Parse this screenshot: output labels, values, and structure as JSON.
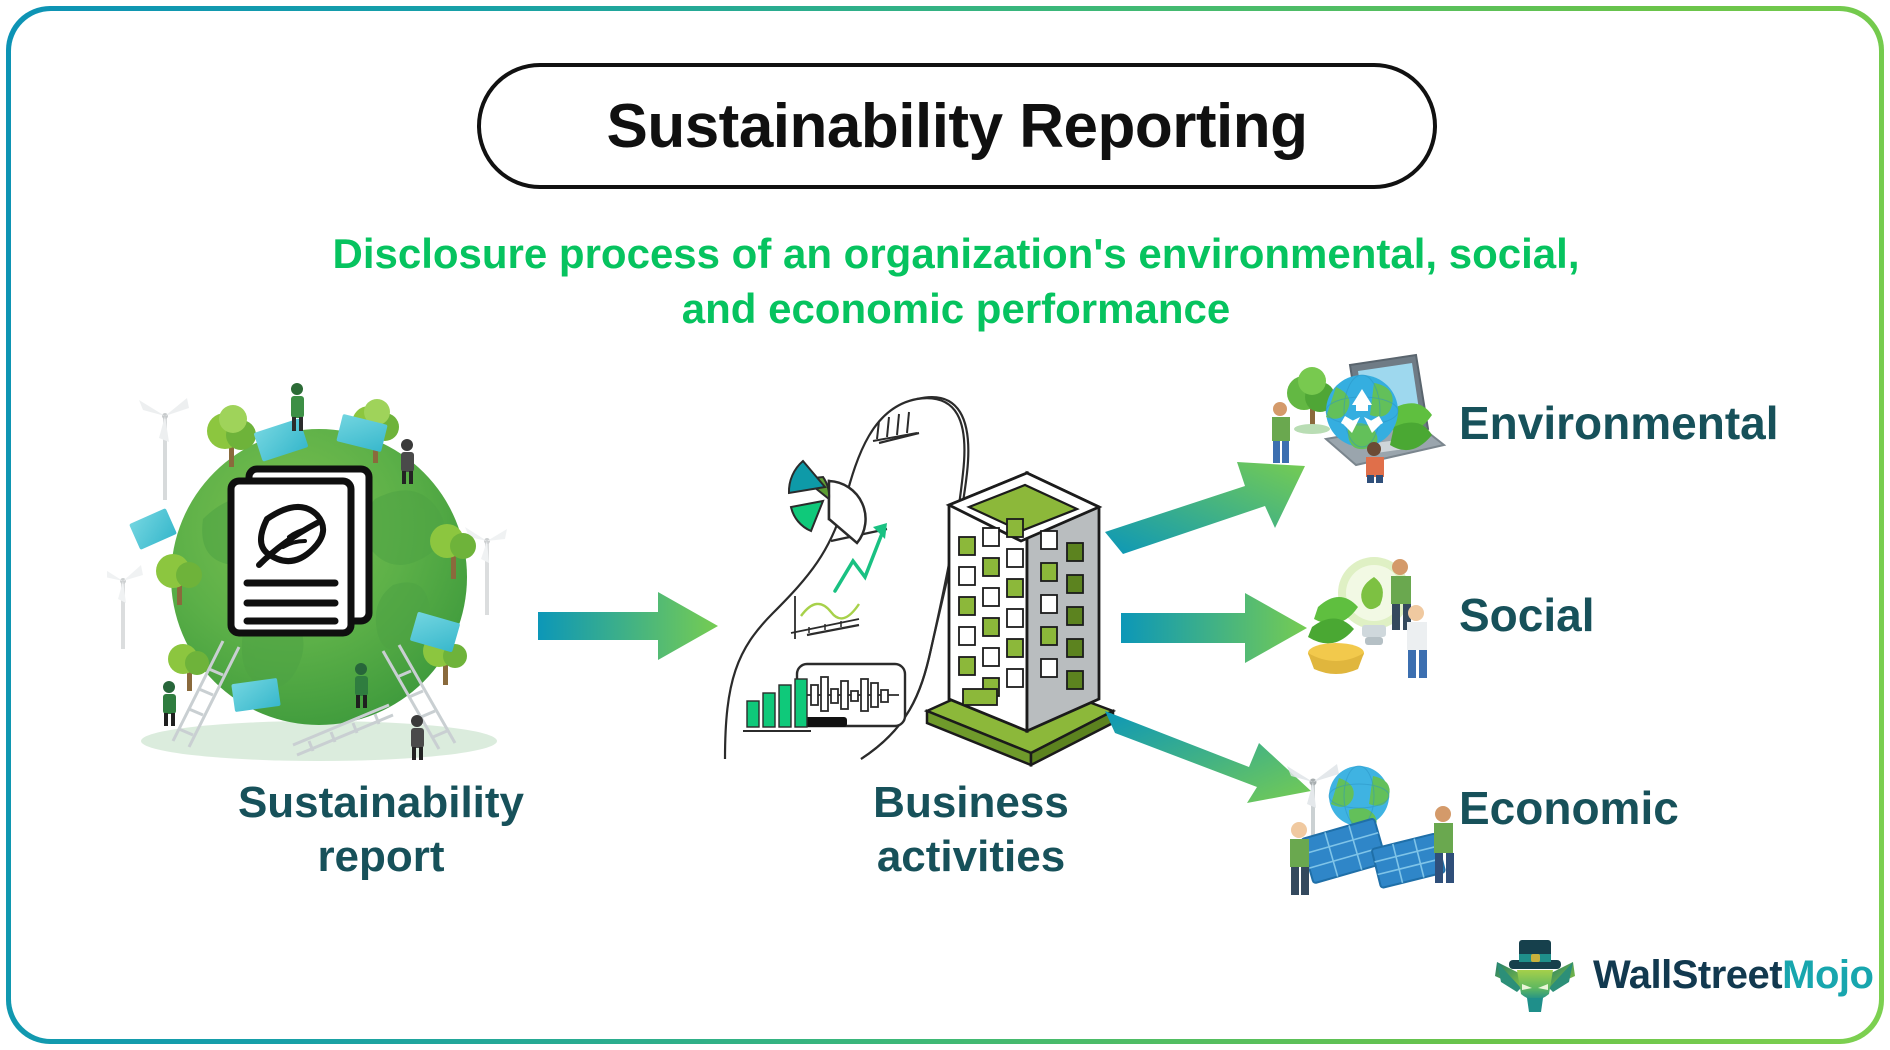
{
  "card": {
    "border_gradient_start": "#0d93b5",
    "border_gradient_end": "#7dd050",
    "background": "#ffffff"
  },
  "header": {
    "title": "Sustainability Reporting",
    "title_color": "#101010",
    "subtitle_line1": "Disclosure process of an organization's environmental, social,",
    "subtitle_line2": "and economic performance",
    "subtitle_color": "#06c35f"
  },
  "flow": {
    "stages": [
      {
        "id": "sustainability-report",
        "label_line1": "Sustainability",
        "label_line2": "report",
        "icon": "green-globe-with-sustainability-report-document-icon",
        "label_color": "#17515a"
      },
      {
        "id": "business-activities",
        "label_line1": "Business",
        "label_line2": "activities",
        "icon": "office-building-with-charts-icon",
        "label_color": "#17515a"
      }
    ],
    "arrows": [
      {
        "id": "arrow-report-to-activities",
        "direction": "right",
        "gradient_from": "#0c97b8",
        "gradient_to": "#6cc24a"
      },
      {
        "id": "arrow-to-environmental",
        "direction": "up-right",
        "gradient_from": "#0c97b8",
        "gradient_to": "#6cc24a"
      },
      {
        "id": "arrow-to-social",
        "direction": "right",
        "gradient_from": "#0c97b8",
        "gradient_to": "#6cc24a"
      },
      {
        "id": "arrow-to-economic",
        "direction": "down-right",
        "gradient_from": "#0c97b8",
        "gradient_to": "#6cc24a"
      }
    ]
  },
  "outcomes": [
    {
      "id": "environmental",
      "label": "Environmental",
      "icon": "laptop-globe-recycle-tree-icon",
      "color": "#17515a"
    },
    {
      "id": "social",
      "label": "Social",
      "icon": "lightbulb-plant-people-icon",
      "color": "#17515a"
    },
    {
      "id": "economic",
      "label": "Economic",
      "icon": "solar-panels-globe-people-icon",
      "color": "#17515a"
    }
  ],
  "logo": {
    "mark": "bull-head-with-top-hat-icon",
    "word_primary": "WallStreet",
    "word_accent": "Mojo",
    "primary_color": "#12394f",
    "accent_color": "#18a6ae"
  }
}
